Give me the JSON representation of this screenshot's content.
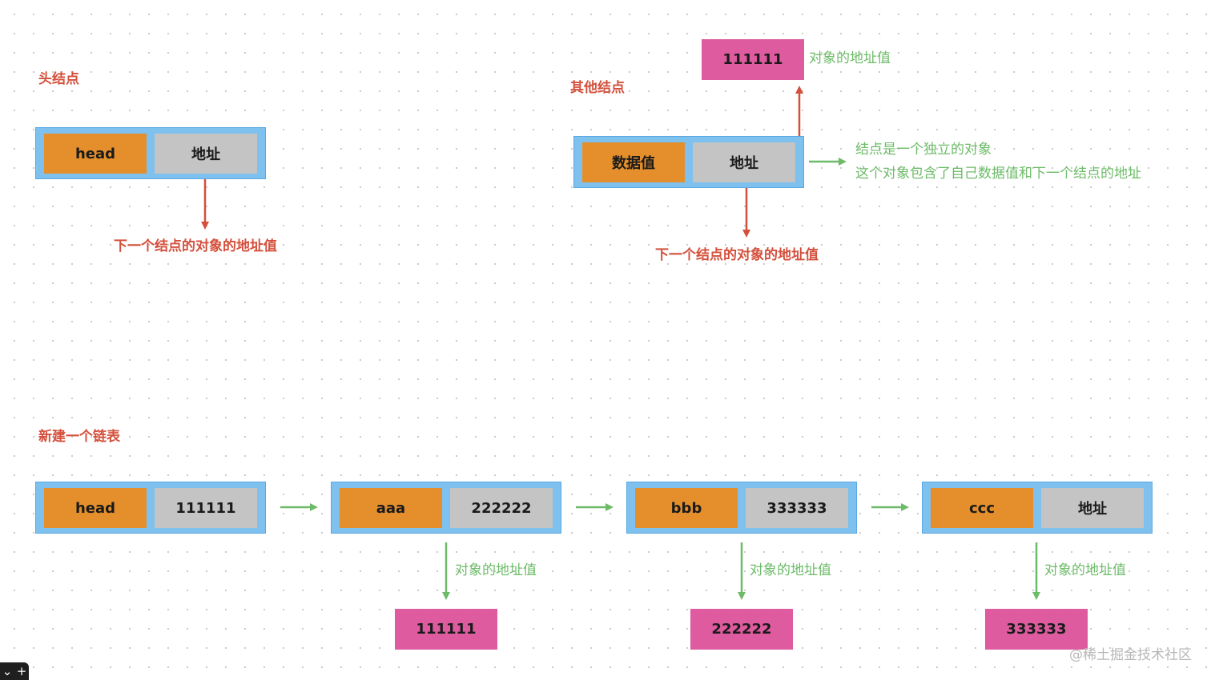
{
  "head_section": {
    "title": "头结点",
    "cell_data": "head",
    "cell_addr": "地址",
    "note": "下一个结点的对象的地址值"
  },
  "other_section": {
    "title": "其他结点",
    "cell_data": "数据值",
    "cell_addr": "地址",
    "top_box": "111111",
    "top_box_note": "对象的地址值",
    "desc_line1": "结点是一个独立的对象",
    "desc_line2": "这个对象包含了自己数据值和下一个结点的地址",
    "note": "下一个结点的对象的地址值"
  },
  "linked_list": {
    "title": "新建一个链表",
    "nodes": [
      {
        "data": "head",
        "addr": "111111"
      },
      {
        "data": "aaa",
        "addr": "222222"
      },
      {
        "data": "bbb",
        "addr": "333333"
      },
      {
        "data": "ccc",
        "addr": "地址"
      }
    ],
    "objects": [
      {
        "address": "111111",
        "note": "对象的地址值"
      },
      {
        "address": "222222",
        "note": "对象的地址值"
      },
      {
        "address": "333333",
        "note": "对象的地址值"
      }
    ]
  },
  "watermark": "@稀土掘金技术社区",
  "corner_controls": {
    "chevron": "⌄",
    "plus": "+"
  },
  "colors": {
    "node_border": "#7ec0ee",
    "data_cell": "#e48f2c",
    "addr_cell": "#c4c4c4",
    "object_box": "#dd5b9e",
    "red_text": "#d4503c",
    "green_text": "#6dbb68"
  }
}
